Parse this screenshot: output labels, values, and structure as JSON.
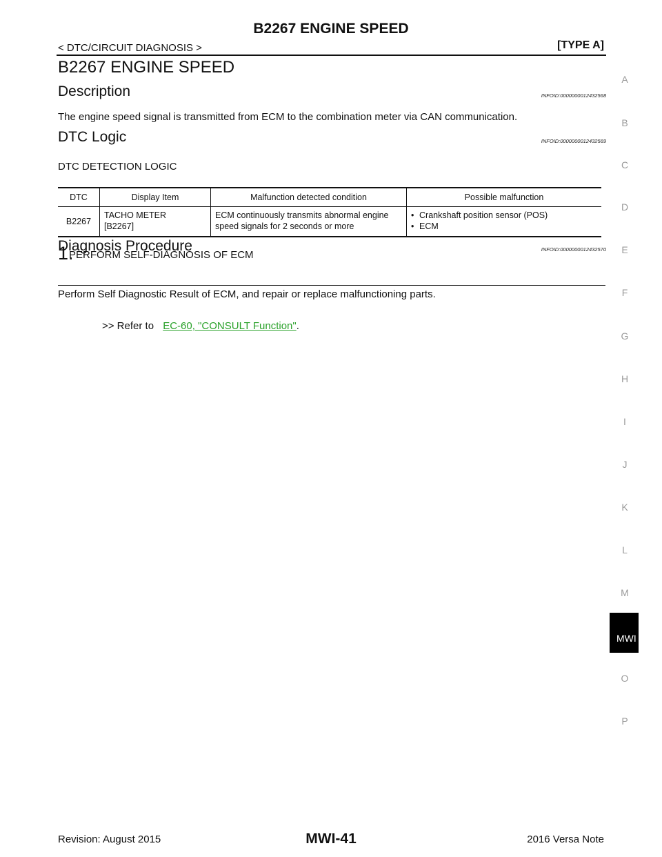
{
  "header": {
    "title": "B2267 ENGINE SPEED",
    "breadcrumb": "< DTC/CIRCUIT DIAGNOSIS >",
    "type": "[TYPE A]"
  },
  "page_title": "B2267 ENGINE SPEED",
  "description": {
    "heading": "Description",
    "infoid": "INFOID:0000000012432568",
    "text": "The engine speed signal is transmitted from ECM to the combination meter via CAN communication."
  },
  "dtc_logic": {
    "heading": "DTC Logic",
    "infoid": "INFOID:0000000012432569",
    "subheading": "DTC DETECTION LOGIC",
    "table": {
      "headers": [
        "DTC",
        "Display Item",
        "Malfunction detected condition",
        "Possible malfunction"
      ],
      "rows": [
        {
          "dtc": "B2267",
          "display_line1": "TACHO METER",
          "display_line2": "[B2267]",
          "condition_line1": "ECM continuously transmits abnormal engine",
          "condition_line2": "speed signals for 2 seconds or more",
          "malfunctions": [
            "Crankshaft position sensor (POS)",
            "ECM"
          ]
        }
      ]
    }
  },
  "diagnosis": {
    "heading": "Diagnosis Procedure",
    "infoid": "INFOID:0000000012432570",
    "step_number": "1.",
    "step_title": "PERFORM SELF-DIAGNOSIS OF ECM",
    "step_text": "Perform Self Diagnostic Result of ECM, and repair or replace malfunctioning parts.",
    "refer_prefix": ">> Refer to",
    "refer_link": "EC-60, \"CONSULT Function\"",
    "refer_suffix": "."
  },
  "side_index": {
    "letters": [
      "A",
      "B",
      "C",
      "D",
      "E",
      "F",
      "G",
      "H",
      "I",
      "J",
      "K",
      "L",
      "M",
      "O",
      "P"
    ],
    "active_tab": "MWI"
  },
  "footer": {
    "revision": "Revision: August 2015",
    "page_number": "MWI-41",
    "model": "2016 Versa Note"
  },
  "colors": {
    "link": "#2aa12a",
    "side_letters": "#9a9a9a",
    "tab_background": "#000000"
  }
}
